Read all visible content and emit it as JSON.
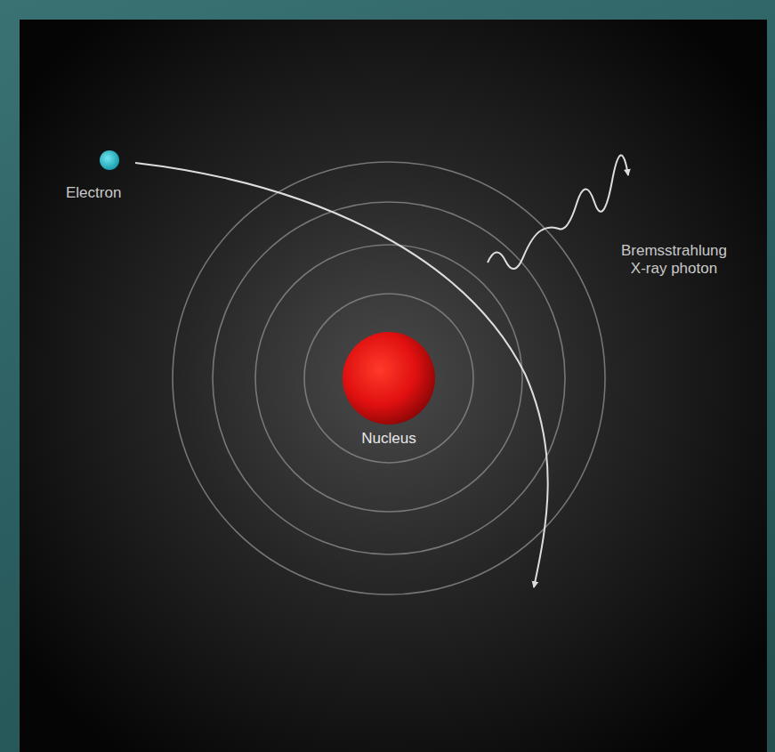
{
  "diagram": {
    "labels": [
      "Electron",
      "Nucleus",
      "Bremsstrahlung X-ray photon"
    ]
  }
}
